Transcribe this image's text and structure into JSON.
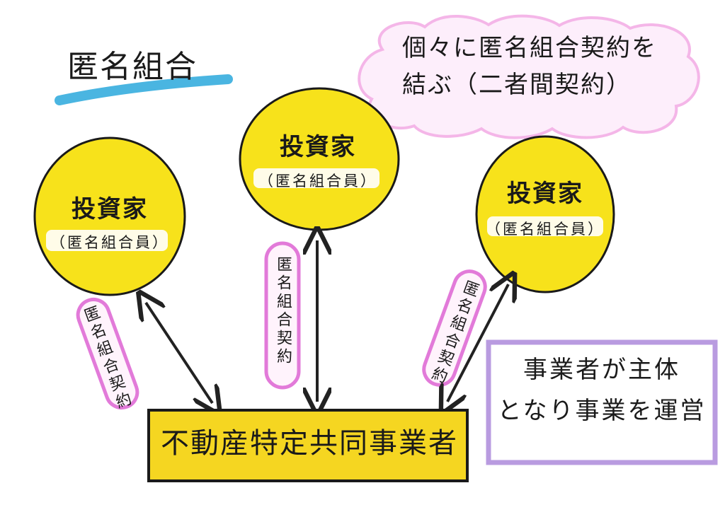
{
  "title": "匿名組合",
  "note": {
    "line1": "個々に匿名組合契約を",
    "line2": "結ぶ（二者間契約）"
  },
  "investors": [
    {
      "title": "投資家",
      "subtitle": "（匿名組合員）"
    },
    {
      "title": "投資家",
      "subtitle": "（匿名組合員）"
    },
    {
      "title": "投資家",
      "subtitle": "（匿名組合員）"
    }
  ],
  "contracts": [
    "匿名組合契約",
    "匿名組合契約",
    "匿名組合契約"
  ],
  "operator": {
    "label": "不動産特定共同事業者"
  },
  "operator_note": {
    "line1": "事業者が主体",
    "line2": "となり事業を運営"
  },
  "colors": {
    "circle": "#f7e21b",
    "operator_box": "#f5d621",
    "title_underline": "#2aa8dc",
    "contract_pill": "#e27ad9",
    "cloud": "#f4b6e8",
    "note_frame": "#b99be0"
  }
}
